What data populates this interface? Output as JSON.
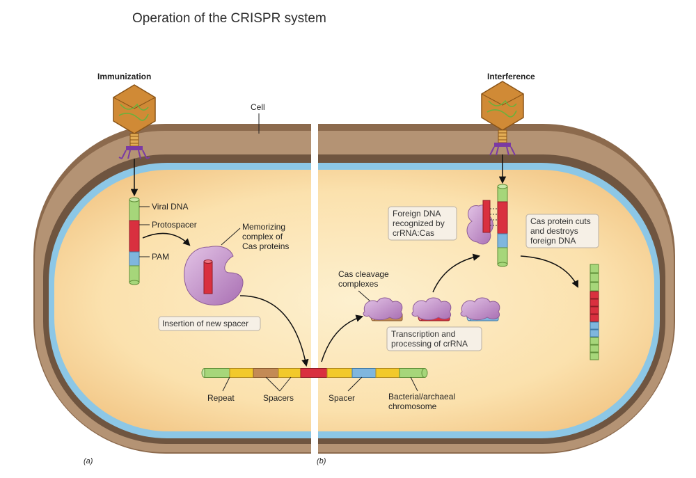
{
  "title": "Operation of the CRISPR system",
  "panels": {
    "left": {
      "heading": "Immunization",
      "letter": "(a)"
    },
    "right": {
      "heading": "Interference",
      "letter": "(b)"
    }
  },
  "labels": {
    "cell": "Cell",
    "viral_dna": "Viral DNA",
    "protospacer": "Protospacer",
    "pam": "PAM",
    "memorizing": [
      "Memorizing",
      "complex of",
      "Cas proteins"
    ],
    "insertion": "Insertion of new spacer",
    "repeat": "Repeat",
    "spacers": "Spacers",
    "spacer": "Spacer",
    "chromosome": [
      "Bacterial/archaeal",
      "chromosome"
    ],
    "cas_cleavage": [
      "Cas cleavage",
      "complexes"
    ],
    "transcription": [
      "Transcription and",
      "processing of crRNA"
    ],
    "foreign_recognized": [
      "Foreign DNA",
      "recognized by",
      "crRNA:Cas"
    ],
    "cas_cuts": [
      "Cas protein cuts",
      "and destroys",
      "foreign DNA"
    ]
  },
  "colors": {
    "repeat": "#a6d67a",
    "spacer_yellow": "#f2c92b",
    "spacer_brown": "#c38a55",
    "protospacer_red": "#d9303f",
    "pam_blue": "#7fb6de",
    "cas_protein": "#c99ad0",
    "cell_wall": "#9b7a5c",
    "membrane": "#8cc7e6",
    "cytoplasm": "#fbe3b3"
  }
}
